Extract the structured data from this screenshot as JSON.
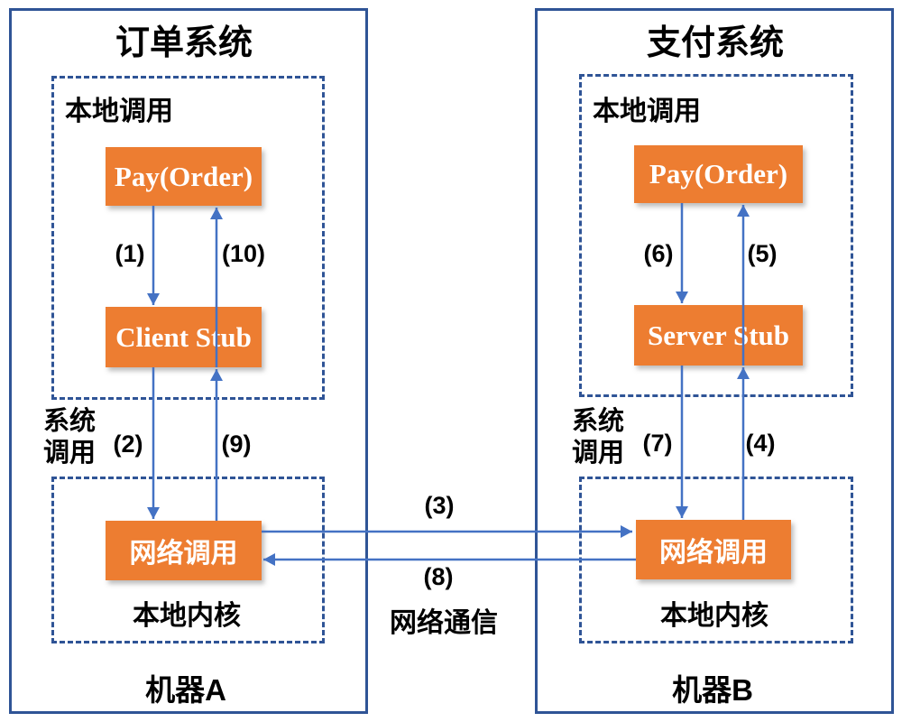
{
  "colors": {
    "box_orange": "#ED7D31",
    "arrow_blue": "#4472C4",
    "border_navy": "#2F5496"
  },
  "machine_a": {
    "title": "订单系统",
    "local_call_label": "本地调用",
    "pay_label": "Pay(Order)",
    "stub_label": "Client Stub",
    "system_call_label": "系统调用",
    "network_call_label": "网络调用",
    "kernel_label": "本地内核",
    "machine_label": "机器A"
  },
  "machine_b": {
    "title": "支付系统",
    "local_call_label": "本地调用",
    "pay_label": "Pay(Order)",
    "stub_label": "Server Stub",
    "system_call_label": "系统调用",
    "network_call_label": "网络调用",
    "kernel_label": "本地内核",
    "machine_label": "机器B"
  },
  "steps": {
    "s1": "(1)",
    "s2": "(2)",
    "s3": "(3)",
    "s4": "(4)",
    "s5": "(5)",
    "s6": "(6)",
    "s7": "(7)",
    "s8": "(8)",
    "s9": "(9)",
    "s10": "(10)"
  },
  "network_comm_label": "网络通信"
}
